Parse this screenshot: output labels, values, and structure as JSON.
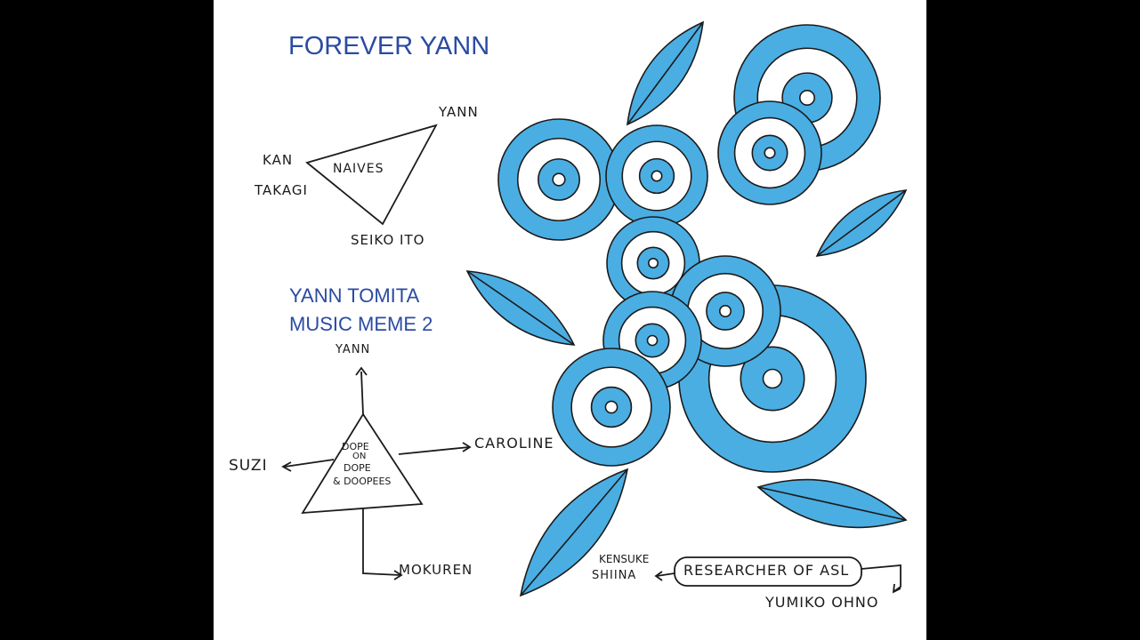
{
  "cover": {
    "title": "FOREVER YANN",
    "subtitle_line1": "YANN TOMITA",
    "subtitle_line2": "MUSIC MEME 2",
    "colors": {
      "ink_blue": "#2a4ba3",
      "circle_blue": "#4aaee3",
      "ink": "#1b1b1b",
      "letterbox": "#000000"
    }
  },
  "diagram1": {
    "center": "NAIVES",
    "top": "YANN",
    "left_line1": "KAN",
    "left_line2": "TAKAGI",
    "bottom": "SEIKO ITO"
  },
  "diagram2": {
    "center_line1": "DOPE",
    "center_line2": "ON",
    "center_line3": "DOPE",
    "center_line4": "& DOOPEES",
    "top": "YANN",
    "left": "SUZI",
    "right": "CAROLINE",
    "bottom": "MOKUREN"
  },
  "diagram3": {
    "box": "RESEARCHER OF ASL",
    "left_line1": "KENSUKE",
    "left_line2": "SHIINA",
    "bottom": "YUMIKO OHNO"
  }
}
